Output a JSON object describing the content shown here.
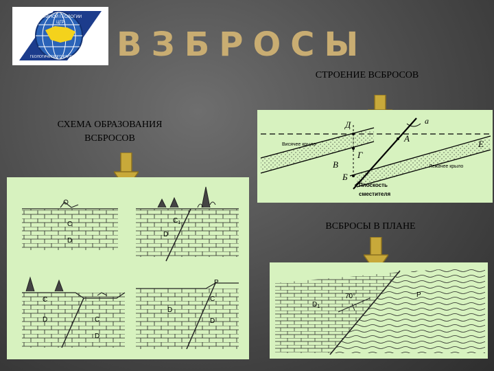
{
  "logo": {
    "text_top": "ГЛАВНОЙ ГЕОЛОГИИ",
    "text_mid": "ЦГР",
    "text_bottom": "ГЕОЛОГИЧЕСКОГО КАРТИРОВАНИЯ"
  },
  "title": "ВЗБРОСЫ",
  "labels": {
    "structure": "СТРОЕНИЕ  ВСБРОСОВ",
    "scheme_line1": "СХЕМА  ОБРАЗОВАНИЯ",
    "scheme_line2": "ВСБРОСОВ",
    "plan": "ВСБРОСЫ  В  ПЛАНЕ"
  },
  "structure_diagram": {
    "letter_d": "Д",
    "letter_a_small": "а",
    "letter_a": "А",
    "letter_g": "Г",
    "letter_v": "В",
    "letter_b": "Б",
    "letter_e": "Е",
    "hanging_wing": "Висячее крыло",
    "lying_wing": "Лежачее крыло",
    "plane_line1": "Плоскость",
    "plane_line2": "сместителя"
  },
  "scheme_diagram": {
    "c": "C",
    "d": "D",
    "c1": "C",
    "c1_sub": "1",
    "p": "P"
  },
  "plan_diagram": {
    "d1": "D",
    "d1_sub": "1",
    "angle": "70°",
    "p": "P"
  },
  "colors": {
    "background": "#4a4a4a",
    "title": "#c9ad72",
    "panel": "#d7f2bf",
    "arrow": "#c8a93a"
  }
}
